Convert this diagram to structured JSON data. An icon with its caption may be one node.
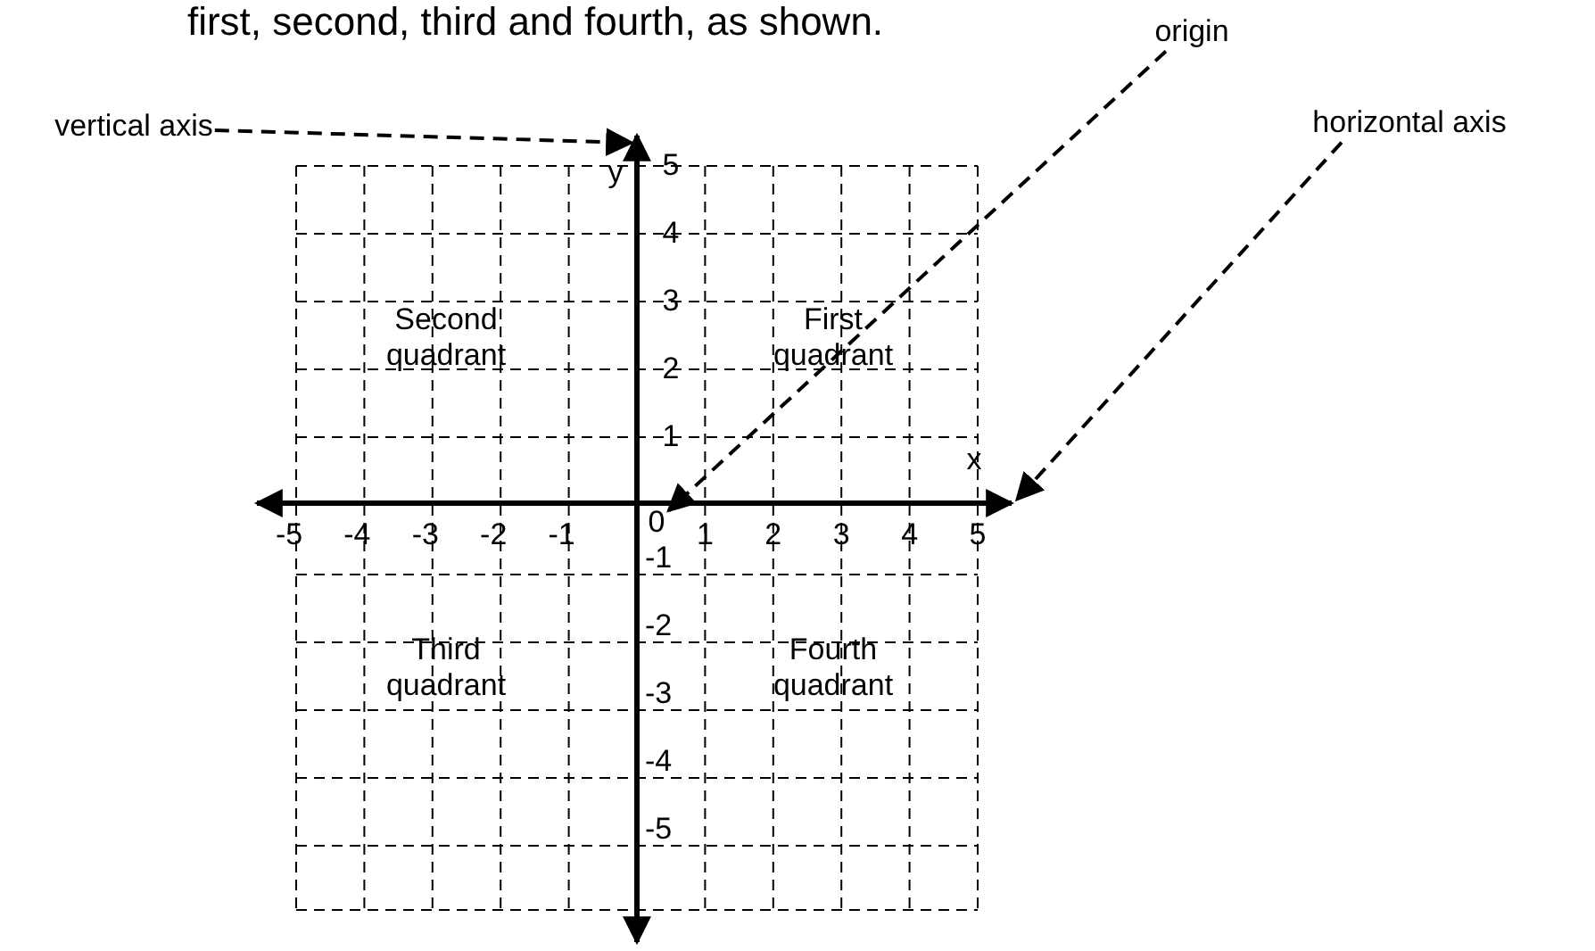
{
  "diagram": {
    "nodes": [
      {
        "text": [
          "vertical axis"
        ]
      },
      {
        "text": [
          "origin"
        ]
      },
      {
        "text": [
          "horizontal axis"
        ]
      },
      {
        "text": [],
        "shape": "arrow"
      },
      {
        "text": [
          "0"
        ]
      },
      {
        "text": [],
        "shape": "arrow"
      }
    ],
    "edges": [
      {
        "from": 0,
        "to": 3,
        "arrow": "to",
        "style": "dashed"
      },
      {
        "from": 1,
        "to": 4,
        "arrow": "to",
        "style": "dashed"
      },
      {
        "from": 2,
        "to": 5,
        "arrow": "to",
        "style": "dashed"
      }
    ],
    "labels": [
      "first, second, third and fourth, as shown.",
      "y",
      "5",
      "4",
      "3",
      "2",
      "1",
      "Second quadrant",
      "First quadrant",
      "x",
      "-5",
      "-4",
      "-3",
      "-2",
      "-1",
      "1",
      "2",
      "3",
      "4",
      "5",
      "-1",
      "-2",
      "-3",
      "-4",
      "-5",
      "Third quadrant",
      "Fourth quadrant"
    ]
  }
}
